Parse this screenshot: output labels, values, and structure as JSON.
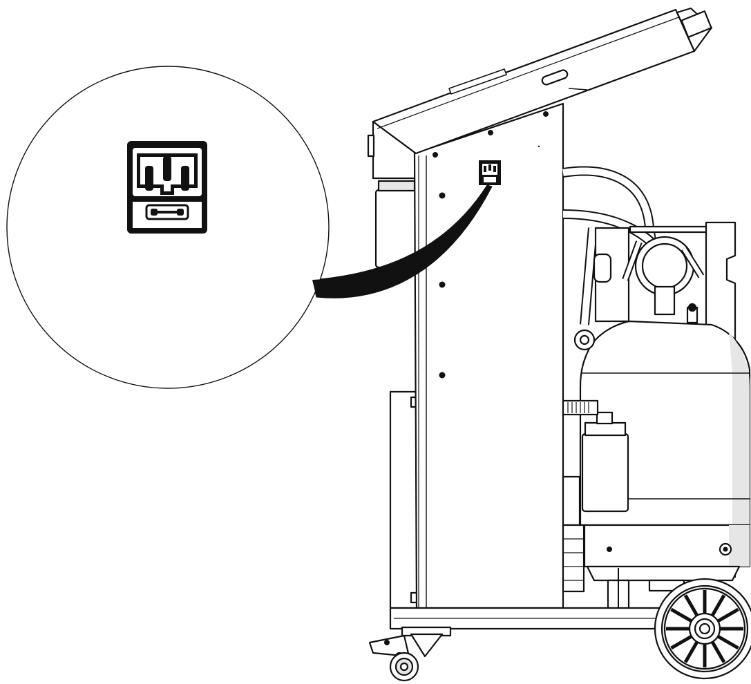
{
  "diagram": {
    "subject": "refrigerant-recovery-machine",
    "view": "side",
    "callout": {
      "shape": "circle",
      "detail": "iec-power-inlet-with-fuse-holder"
    },
    "colors": {
      "line": "#111111",
      "fill": "#ffffff",
      "shade": "#e6e6e6",
      "inlet": "#000000"
    }
  }
}
